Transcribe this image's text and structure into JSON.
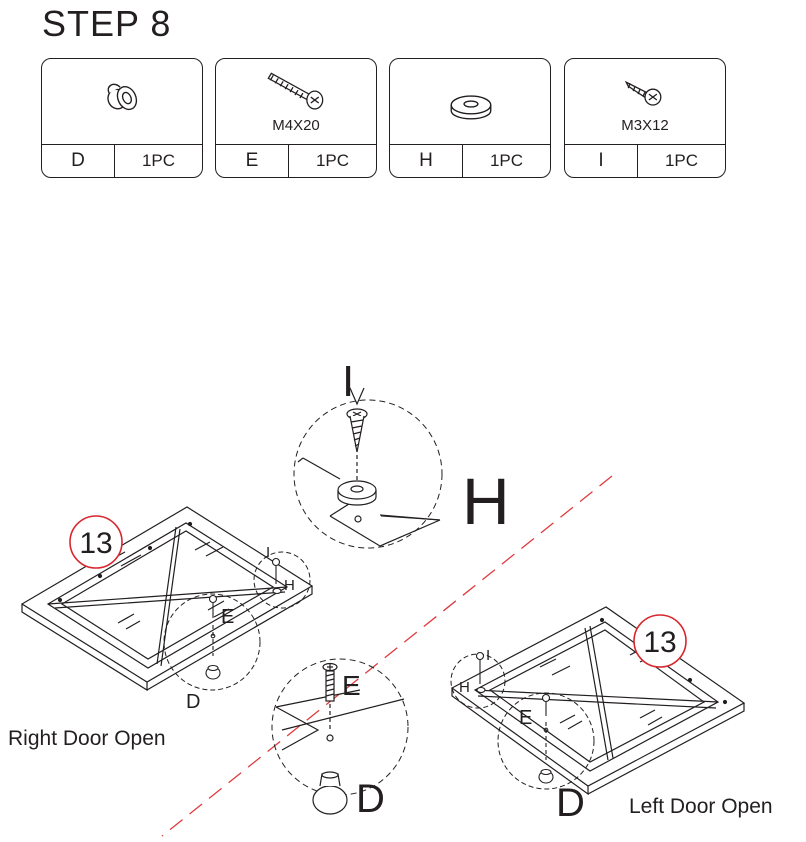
{
  "step": {
    "title": "STEP 8"
  },
  "parts": [
    {
      "icon": "knob-icon",
      "letter": "D",
      "spec": "",
      "qty": "1PC"
    },
    {
      "icon": "bolt-icon",
      "letter": "E",
      "spec": "M4X20",
      "qty": "1PC"
    },
    {
      "icon": "washer-icon",
      "letter": "H",
      "spec": "",
      "qty": "1PC"
    },
    {
      "icon": "screw-icon",
      "letter": "I",
      "spec": "M3X12",
      "qty": "1PC"
    }
  ],
  "diagram": {
    "door_number": "13",
    "labels": {
      "I": "I",
      "H": "H",
      "E": "E",
      "D": "D"
    },
    "captions": {
      "right": "Right Door Open",
      "left": "Left Door Open"
    },
    "colors": {
      "line": "#231f20",
      "divider": "#e03a3e",
      "badge": "#d7262d"
    }
  }
}
